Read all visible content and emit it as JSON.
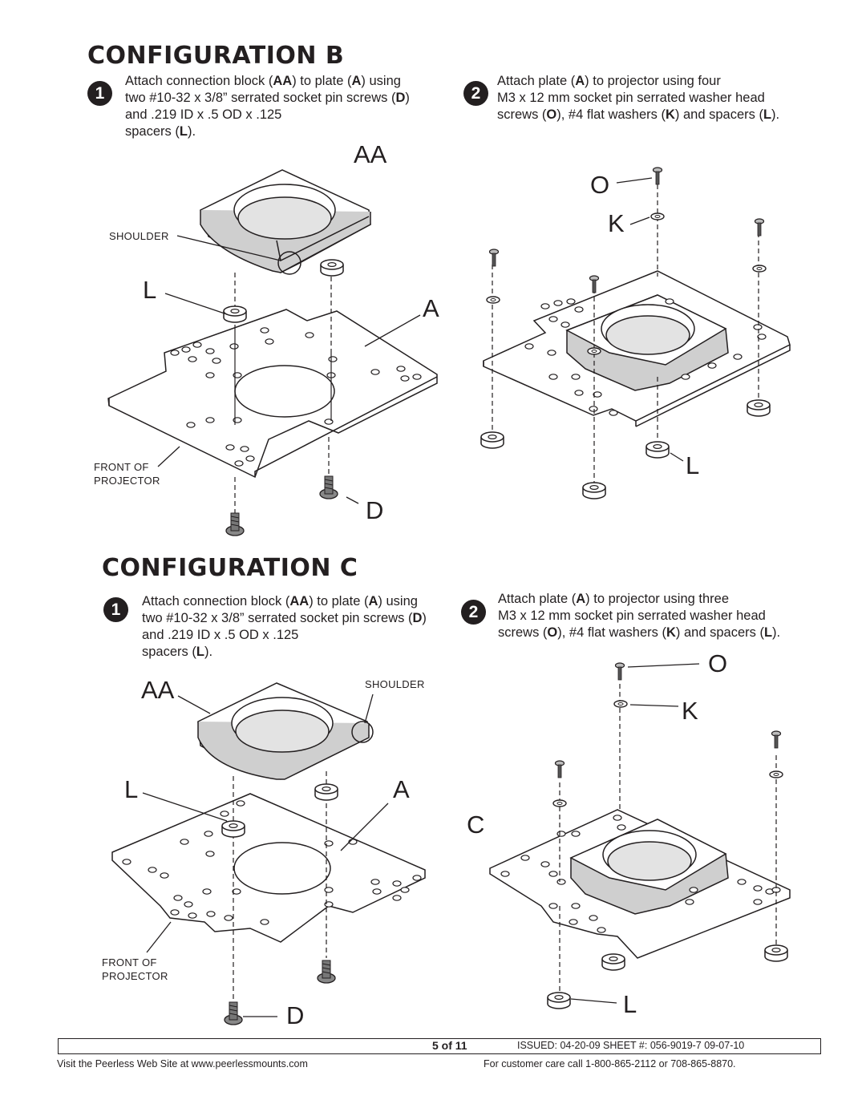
{
  "config_b": {
    "title": "CONFIGURATION B",
    "step1": {
      "number": "1",
      "lines": [
        [
          "Attach connection block (",
          "AA",
          ") to plate (",
          "A",
          ") using"
        ],
        [
          "two #10-32 x 3/8” serrated socket pin screws (",
          "D",
          ")"
        ],
        [
          "and .219 ID x .5 OD x .125"
        ],
        [
          "spacers (",
          "L",
          ")."
        ]
      ]
    },
    "step2": {
      "number": "2",
      "lines": [
        [
          "Attach plate (",
          "A",
          ") to projector using four"
        ],
        [
          "M3 x 12 mm socket pin serrated washer head"
        ],
        [
          "screws (",
          "O",
          "), #4 flat washers (",
          "K",
          ") and spacers (",
          "L",
          ")."
        ]
      ]
    },
    "labels": {
      "aa": "AA",
      "l": "L",
      "a": "A",
      "d": "D",
      "shoulder": "SHOULDER",
      "front_of": "FRONT OF",
      "projector": "PROJECTOR",
      "o": "O",
      "k": "K",
      "l2": "L"
    }
  },
  "config_c": {
    "title": "CONFIGURATION C",
    "step1": {
      "number": "1",
      "lines": [
        [
          "Attach connection block (",
          "AA",
          ") to plate (",
          "A",
          ") using"
        ],
        [
          "two #10-32 x 3/8” serrated socket pin screws (",
          "D",
          ")"
        ],
        [
          "and .219 ID x .5 OD x .125"
        ],
        [
          "spacers (",
          "L",
          ")."
        ]
      ]
    },
    "step2": {
      "number": "2",
      "lines": [
        [
          "Attach plate (",
          "A",
          ") to projector using three"
        ],
        [
          "M3 x 12 mm socket pin serrated washer head"
        ],
        [
          "screws (",
          "O",
          "), #4 flat washers (",
          "K",
          ") and spacers (",
          "L",
          ")."
        ]
      ]
    },
    "labels": {
      "aa": "AA",
      "shoulder": "SHOULDER",
      "l": "L",
      "a": "A",
      "front_of": "FRONT OF",
      "projector": "PROJECTOR",
      "d": "D",
      "o": "O",
      "k": "K",
      "c": "C",
      "l2": "L"
    }
  },
  "footer": {
    "page": "5 of 11",
    "issued": "ISSUED: 04-20-09  SHEET #: 056-9019-7  09-07-10",
    "website": "Visit the Peerless Web Site at www.peerlessmounts.com",
    "care": "For customer care call 1-800-865-2112 or 708-865-8870."
  }
}
